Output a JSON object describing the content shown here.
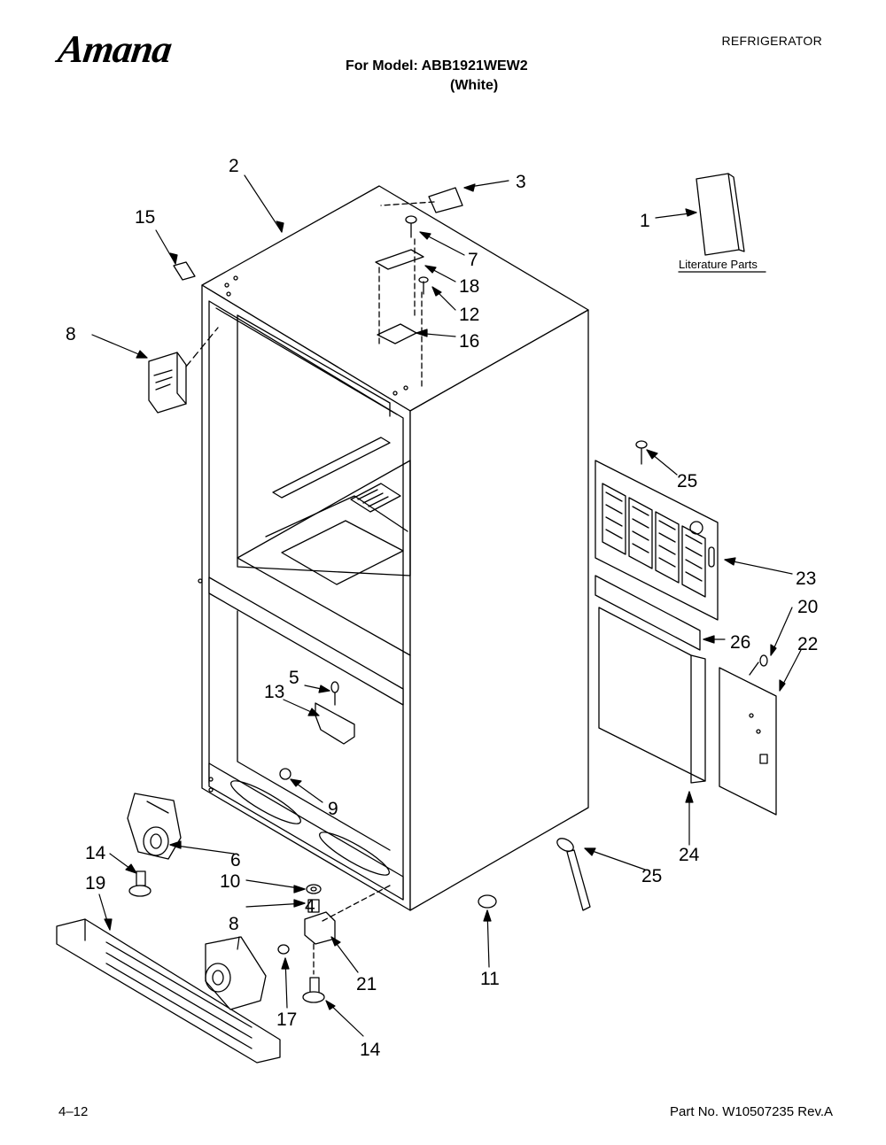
{
  "header": {
    "brand": "Amana",
    "category": "REFRIGERATOR",
    "model_line": "For Model: ABB1921WEW2",
    "color_line": "(White)"
  },
  "diagram": {
    "literature_label": "Literature Parts",
    "callouts": [
      "1",
      "2",
      "3",
      "4",
      "5",
      "6",
      "7",
      "8",
      "8",
      "9",
      "10",
      "11",
      "12",
      "13",
      "14",
      "14",
      "15",
      "16",
      "17",
      "18",
      "19",
      "20",
      "21",
      "22",
      "23",
      "24",
      "25",
      "25",
      "26"
    ]
  },
  "footer": {
    "page": "4–12",
    "part_no": "Part No. W10507235 Rev.A"
  }
}
